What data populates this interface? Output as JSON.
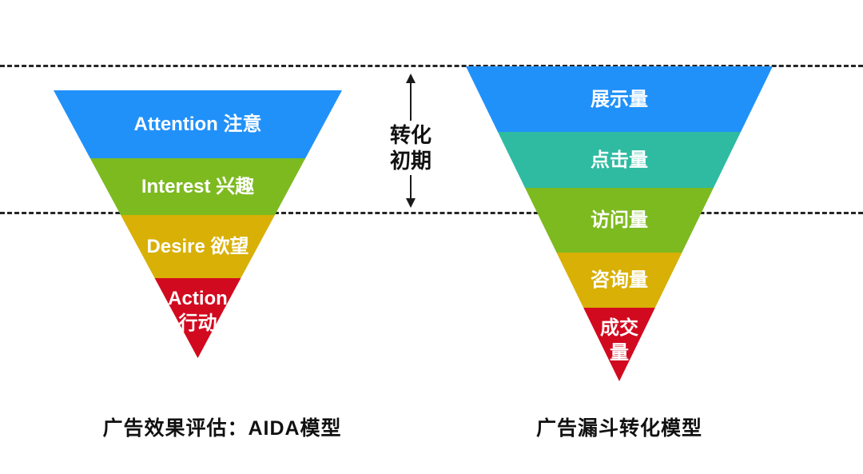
{
  "colors": {
    "background": "#ffffff",
    "blue": "#2191fa",
    "teal": "#2ebba2",
    "green": "#7dba20",
    "gold": "#d8b006",
    "red": "#d20a1f",
    "line": "#1a1a1a",
    "label_text": "#ffffff",
    "caption_text": "#111111"
  },
  "middle_annotation": {
    "lines": [
      "转化",
      "初期"
    ]
  },
  "funnels": {
    "left": {
      "caption": "广告效果评估：AIDA模型",
      "layers": [
        {
          "lines": [
            "Attention 注意",
            ""
          ],
          "color": "#2191fa"
        },
        {
          "lines": [
            "Interest 兴趣",
            ""
          ],
          "color": "#7dba20"
        },
        {
          "lines": [
            "Desire 欲望",
            ""
          ],
          "color": "#d8b006"
        },
        {
          "lines": [
            "Action",
            "行动"
          ],
          "color": "#d20a1f"
        }
      ]
    },
    "right": {
      "caption": "广告漏斗转化模型",
      "layers": [
        {
          "lines": [
            "展示量",
            ""
          ],
          "color": "#2191fa"
        },
        {
          "lines": [
            "点击量",
            ""
          ],
          "color": "#2ebba2"
        },
        {
          "lines": [
            "访问量",
            ""
          ],
          "color": "#7dba20"
        },
        {
          "lines": [
            "咨询量",
            ""
          ],
          "color": "#d8b006"
        },
        {
          "lines": [
            "成交",
            "量"
          ],
          "color": "#d20a1f"
        }
      ]
    }
  }
}
